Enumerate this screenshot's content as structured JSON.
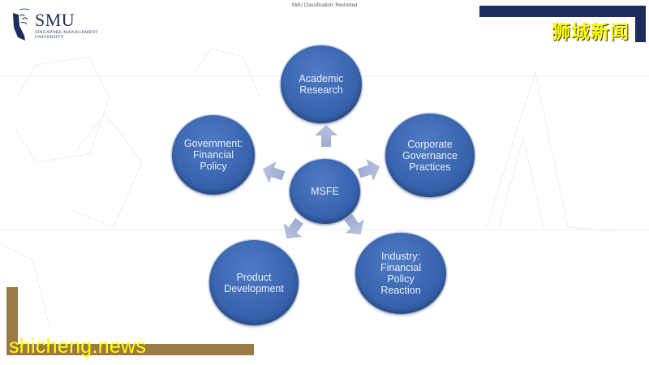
{
  "header": {
    "logo_name": "SMU",
    "logo_subtitle": "SINGAPORE MANAGEMENT UNIVERSITY",
    "classification": "SMU Classification: Restricted"
  },
  "watermark": {
    "title_cn": "狮城新闻",
    "site": "shicheng.news"
  },
  "colors": {
    "navy": "#1f2d5c",
    "gold": "#9a7b46",
    "node_blue": "#3a66b0",
    "arrow": "#a9b6d8",
    "watermark_text": "#ffff00"
  },
  "diagram": {
    "center": {
      "label": "MSFE"
    },
    "nodes": [
      {
        "id": "top",
        "label": "Academic\nResearch"
      },
      {
        "id": "right",
        "label": "Corporate\nGovernance\nPractices"
      },
      {
        "id": "bottom-right",
        "label": "Industry:\nFinancial\nPolicy\nReaction"
      },
      {
        "id": "bottom-left",
        "label": "Product\nDevelopment"
      },
      {
        "id": "left",
        "label": "Government:\nFinancial\nPolicy"
      }
    ]
  }
}
